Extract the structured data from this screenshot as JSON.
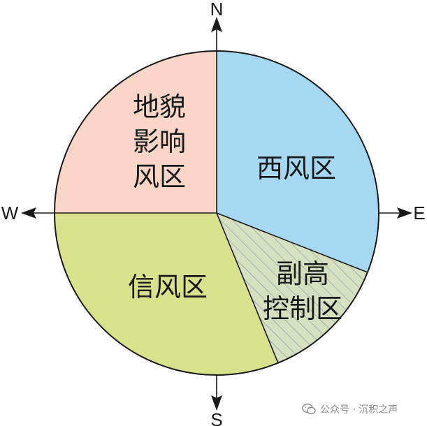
{
  "directions": {
    "north": "N",
    "south": "S",
    "east": "E",
    "west": "W"
  },
  "zones": {
    "terrain": {
      "lines": [
        "地貌",
        "影响",
        "风区"
      ],
      "color": "#f9d6c7"
    },
    "west_wind": {
      "lines": [
        "西风区"
      ],
      "color": "#a6d8f1"
    },
    "subtropical_high": {
      "lines": [
        "副高",
        "控制区"
      ],
      "color": "#d6dfc0",
      "hatch_color": "#8c9aa8"
    },
    "trade_wind": {
      "lines": [
        "信风区"
      ],
      "color": "#d8e18c"
    }
  },
  "outline_color": "#1a1a1a",
  "watermark": {
    "text": "公众号 · 沉积之声",
    "icon": "wechat-icon"
  }
}
